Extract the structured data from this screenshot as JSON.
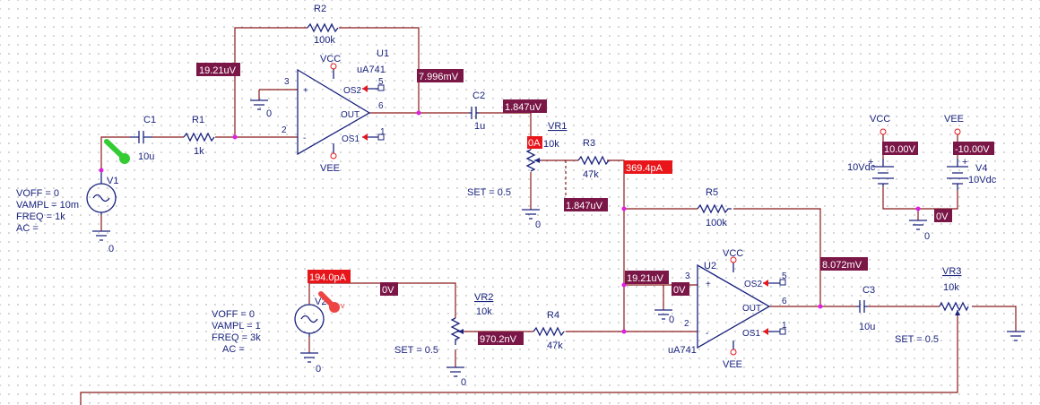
{
  "components": {
    "R2": {
      "ref": "R2",
      "value": "100k"
    },
    "R1": {
      "ref": "R1",
      "value": "1k"
    },
    "C1": {
      "ref": "C1",
      "value": "10u"
    },
    "C2": {
      "ref": "C2",
      "value": "1u"
    },
    "C3": {
      "ref": "C3",
      "value": "10u"
    },
    "R3": {
      "ref": "R3",
      "value": "47k"
    },
    "R4": {
      "ref": "R4",
      "value": "47k"
    },
    "R5": {
      "ref": "R5",
      "value": "100k"
    },
    "U1": {
      "ref": "U1",
      "part": "uA741"
    },
    "U2": {
      "ref": "U2",
      "part": "uA741"
    },
    "VR1": {
      "ref": "VR1",
      "value": "10k",
      "set": "SET = 0.5"
    },
    "VR2": {
      "ref": "VR2",
      "value": "10k",
      "set": "SET = 0.5"
    },
    "VR3": {
      "ref": "VR3",
      "value": "10k",
      "set": "SET = 0.5"
    },
    "V1": {
      "ref": "V1",
      "params": [
        "VOFF = 0",
        "VAMPL = 10m",
        "FREQ = 1k",
        "AC ="
      ]
    },
    "V2": {
      "ref": "V2",
      "params": [
        "VOFF = 0",
        "VAMPL = 1",
        "FREQ = 3k",
        "AC ="
      ]
    },
    "V3": {
      "value": "10Vdc"
    },
    "V4": {
      "ref": "V4",
      "value": "10Vdc"
    }
  },
  "pins": {
    "plus": "+",
    "minus": "-",
    "out": "OUT",
    "os1": "OS1",
    "os2": "OS2",
    "n1": "1",
    "n2": "2",
    "n3": "3",
    "n5": "5",
    "n6": "6"
  },
  "nets": {
    "vcc": "VCC",
    "vee": "VEE",
    "ground": "0"
  },
  "bias_labels": {
    "u1_minus": "19.21uV",
    "u1_out": "7.996mV",
    "c2_right": "1.847uV",
    "vr1_current": "0A",
    "vr1_wiper": "1.847uV",
    "r3_current": "369.4pA",
    "vcc_rail": "10.00V",
    "vee_rail": "-10.00V",
    "supply_ground": "0V",
    "v2_current": "194.0pA",
    "v2_out": "0V",
    "u2_minus": "19.21uV",
    "u2_plus": "0V",
    "vr2_wiper": "970.2nV",
    "u2_out": "8.072mV"
  },
  "probe_marker": "v",
  "colors": {
    "wire": "#8b1a1a",
    "component": "#1a237e",
    "voltage_label": "#7a1747",
    "current_label": "#e8161a",
    "junction": "#e020e0",
    "probe": "#33cc33",
    "probe2": "#ee4444"
  }
}
